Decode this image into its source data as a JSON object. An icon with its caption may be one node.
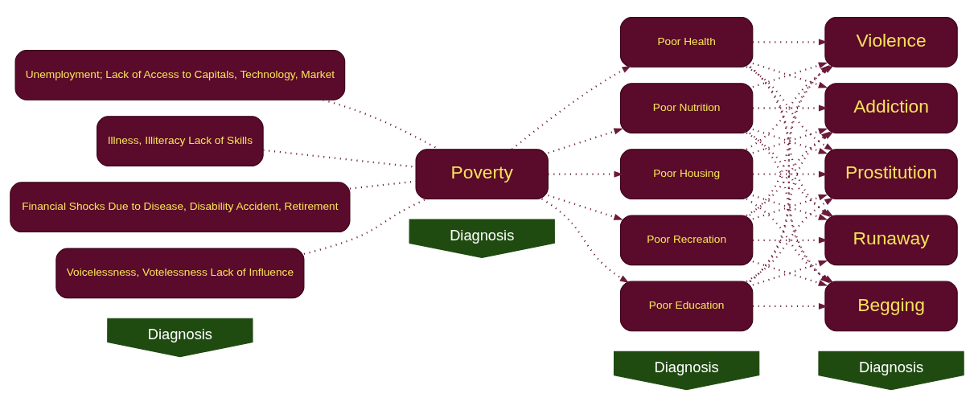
{
  "diagram": {
    "nodes": [
      {
        "text": [
          "Diagnosis"
        ]
      },
      {
        "text": [
          "Diagnosis"
        ]
      },
      {
        "text": [
          "Diagnosis"
        ]
      },
      {
        "text": [
          "Diagnosis"
        ]
      },
      {
        "text": [
          "Unemployment; Lack of Access to Capitals, Technology, Market"
        ]
      },
      {
        "text": [
          "Illness, Illiteracy Lack of Skills"
        ]
      },
      {
        "text": [
          "Financial Shocks Due to Disease, Disability Accident, Retirement"
        ]
      },
      {
        "text": [
          "Voicelessness, Votelessness Lack of Influence"
        ]
      },
      {
        "text": [
          "Poverty"
        ]
      },
      {
        "text": [
          "Poor Nutrition"
        ]
      },
      {
        "text": [
          "Poor Housing"
        ]
      },
      {
        "text": [
          "Poor Recreation"
        ]
      },
      {
        "text": [
          "Poor Education"
        ]
      },
      {
        "text": [
          "Poor Health"
        ]
      },
      {
        "text": [
          "Addiction"
        ]
      },
      {
        "text": [
          "Prostitution"
        ]
      },
      {
        "text": [
          "Runaway"
        ]
      },
      {
        "text": [
          "Begging"
        ]
      },
      {
        "text": [
          "Violence"
        ]
      }
    ],
    "edges": [
      {
        "from": 4,
        "to": 8,
        "arrow": "none"
      },
      {
        "from": 5,
        "to": 8,
        "arrow": "none"
      },
      {
        "from": 6,
        "to": 8,
        "arrow": "none"
      },
      {
        "from": 7,
        "to": 8,
        "arrow": "none"
      },
      {
        "from": 8,
        "to": 9,
        "arrow": "to"
      },
      {
        "from": 8,
        "to": 10,
        "arrow": "to"
      },
      {
        "from": 8,
        "to": 11,
        "arrow": "to"
      },
      {
        "from": 8,
        "to": 12,
        "arrow": "to"
      },
      {
        "from": 8,
        "to": 13,
        "arrow": "to"
      },
      {
        "from": 9,
        "to": 14,
        "arrow": "to"
      },
      {
        "from": 9,
        "to": 15,
        "arrow": "to"
      },
      {
        "from": 9,
        "to": 16,
        "arrow": "to"
      },
      {
        "from": 9,
        "to": 17,
        "arrow": "to"
      },
      {
        "from": 9,
        "to": 18,
        "arrow": "to"
      },
      {
        "from": 10,
        "to": 14,
        "arrow": "to"
      },
      {
        "from": 10,
        "to": 15,
        "arrow": "to"
      },
      {
        "from": 10,
        "to": 16,
        "arrow": "to"
      },
      {
        "from": 10,
        "to": 17,
        "arrow": "to"
      },
      {
        "from": 10,
        "to": 18,
        "arrow": "to"
      },
      {
        "from": 11,
        "to": 14,
        "arrow": "to"
      },
      {
        "from": 11,
        "to": 15,
        "arrow": "to"
      },
      {
        "from": 11,
        "to": 16,
        "arrow": "to"
      },
      {
        "from": 11,
        "to": 17,
        "arrow": "to"
      },
      {
        "from": 11,
        "to": 18,
        "arrow": "to"
      },
      {
        "from": 12,
        "to": 14,
        "arrow": "to"
      },
      {
        "from": 12,
        "to": 15,
        "arrow": "to"
      },
      {
        "from": 12,
        "to": 16,
        "arrow": "to"
      },
      {
        "from": 12,
        "to": 17,
        "arrow": "to"
      },
      {
        "from": 12,
        "to": 18,
        "arrow": "to"
      },
      {
        "from": 13,
        "to": 14,
        "arrow": "to"
      },
      {
        "from": 13,
        "to": 15,
        "arrow": "to"
      },
      {
        "from": 13,
        "to": 16,
        "arrow": "to"
      },
      {
        "from": 13,
        "to": 17,
        "arrow": "to"
      },
      {
        "from": 13,
        "to": 18,
        "arrow": "to"
      }
    ]
  }
}
